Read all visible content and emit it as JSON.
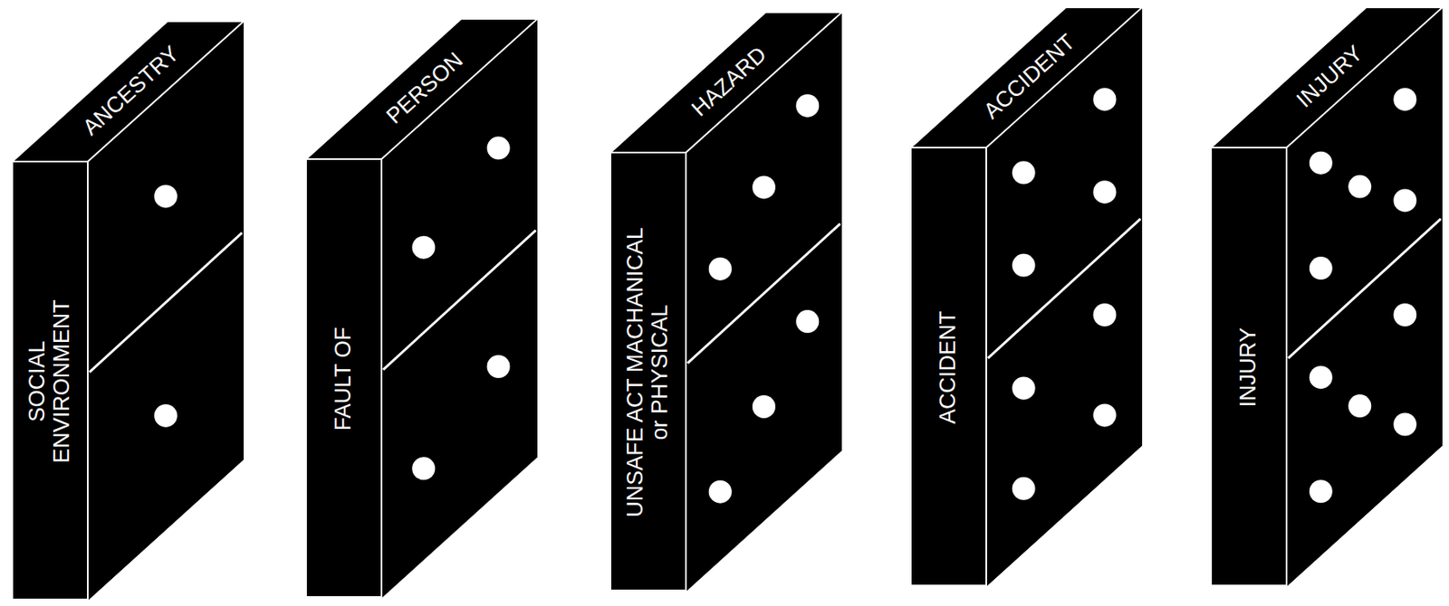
{
  "diagram": {
    "nodes": [
      {
        "text": [
          "SOCIAL ENVIRONMENT",
          "ANCESTRY"
        ]
      },
      {
        "text": [
          "FAULT OF",
          "PERSON"
        ]
      },
      {
        "text": [
          "UNSAFE ACT MACHANICAL or PHYSICAL",
          "HAZARD"
        ]
      },
      {
        "text": [
          "ACCIDENT",
          "ACCIDENT"
        ]
      },
      {
        "text": [
          "INJURY",
          "INJURY"
        ]
      }
    ]
  }
}
